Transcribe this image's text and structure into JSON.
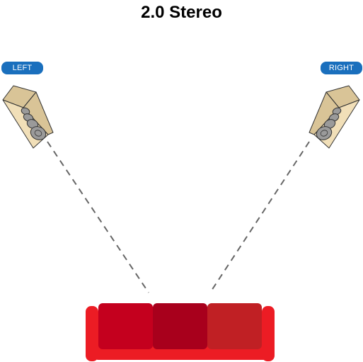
{
  "title": "2.0 Stereo",
  "speakers": {
    "left": {
      "label": "LEFT"
    },
    "right": {
      "label": "RIGHT"
    }
  },
  "colors": {
    "label_background": "#1a6fbd",
    "label_text": "#ffffff",
    "speaker_face": "#f1dfb8",
    "speaker_side": "#d9c497",
    "speaker_outline": "#333333",
    "driver_fill": "#9a9a9a",
    "sightline": "#666666",
    "sofa_frame": "#ec1c24",
    "cushion_left": "#c4001e",
    "cushion_middle": "#a8001c",
    "cushion_right": "#c02024"
  },
  "icons": {
    "left_speaker": "speaker-icon",
    "right_speaker": "speaker-icon",
    "sofa": "sofa-icon"
  }
}
